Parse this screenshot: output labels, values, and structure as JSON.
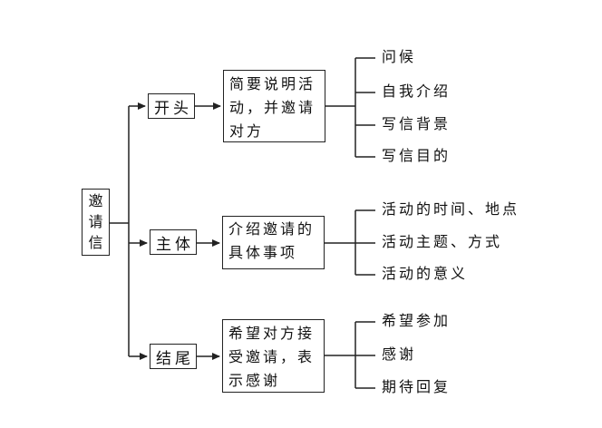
{
  "diagram": {
    "title_concept": "邀请信",
    "colors": {
      "line": "#222222",
      "text": "#111111",
      "background": "#ffffff"
    },
    "root": {
      "label": "邀请信"
    },
    "branches": [
      {
        "label": "开头",
        "desc": [
          "简要说明活",
          "动，并邀请",
          "对方"
        ],
        "desc_full": "简要说明活动，并邀请对方",
        "leaves": [
          "问候",
          "自我介绍",
          "写信背景",
          "写信目的"
        ]
      },
      {
        "label": "主体",
        "desc": [
          "介绍邀请的",
          "具体事项"
        ],
        "desc_full": "介绍邀请的具体事项",
        "leaves": [
          "活动的时间、地点",
          "活动主题、方式",
          "活动的意义"
        ]
      },
      {
        "label": "结尾",
        "desc": [
          "希望对方接",
          "受邀请，表",
          "示感谢"
        ],
        "desc_full": "希望对方接受邀请，表示感谢",
        "leaves": [
          "希望参加",
          "感谢",
          "期待回复"
        ]
      }
    ]
  }
}
